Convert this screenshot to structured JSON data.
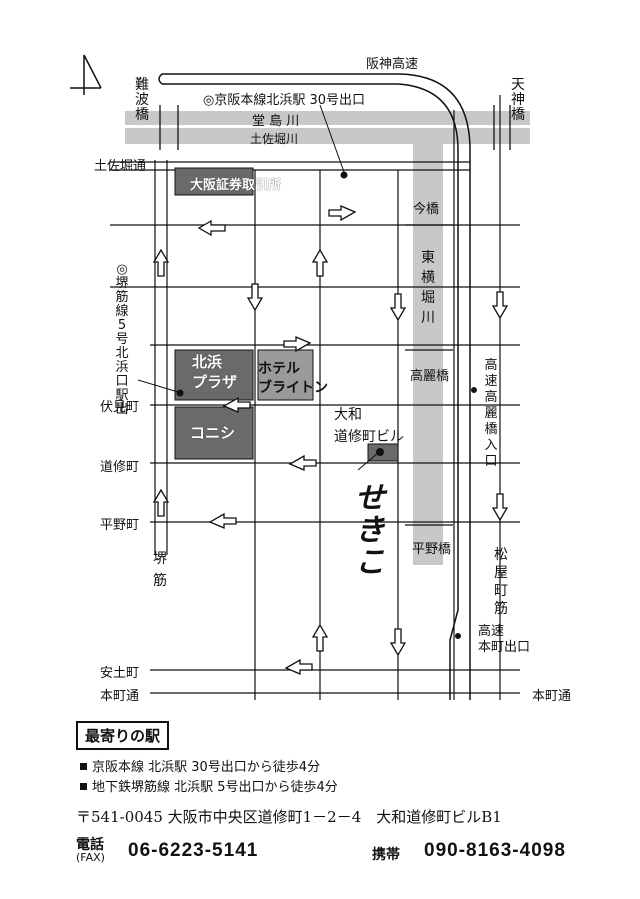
{
  "map": {
    "highway_label": "阪神高速",
    "rivers": {
      "dojima": "堂 島 川",
      "tosabori": "土佐堀川",
      "higashi_yokobori": "東\n横\n堀\n川"
    },
    "bridges": {
      "naniwa": "難\n波\n橋",
      "tenjin": "天\n神\n橋",
      "imabashi": "今橋",
      "koraibashi": "高麗橋",
      "hiranobashi": "平野橋"
    },
    "stations": {
      "keihan": "◎京阪本線北浜駅 30号出口",
      "sakaisuji": "◎\n堺\n筋\n線\n5\n号\n北\n浜\n口\n駅\n出",
      "highway_entrance": "高\n速\n高\n麗\n橋\n入\n口",
      "highway_exit": "高速\n本町出口"
    },
    "streets": {
      "tosabori_dori": "土佐堀通",
      "fushimi": "伏見町",
      "doshu": "道修町",
      "hirano": "平野町",
      "azuchi": "安土町",
      "honmachi_left": "本町通",
      "honmachi_right": "本町通",
      "sakaisuji": "堺\n筋",
      "matsuyamachi": "松\n屋\n町\n筋"
    },
    "buildings": {
      "exchange": "大阪証券取引所",
      "plaza": "北浜\nプラザ",
      "konishi": "コニシ",
      "hotel": "ホテル\nブライトン",
      "yamato": "大和\n道修町ビル"
    },
    "shop_logo": "せきこ"
  },
  "nearest": {
    "title": "最寄りの駅",
    "routes": [
      "京阪本線 北浜駅 30号出口から徒歩4分",
      "地下鉄堺筋線 北浜駅 5号出口から徒歩4分"
    ]
  },
  "contact": {
    "address": "〒541-0045 大阪市中央区道修町1－2－4　大和道修町ビルB1",
    "phone_label": "電話",
    "fax_label": "(FAX)",
    "phone": "06-6223-5141",
    "mobile_label": "携帯",
    "mobile": "090-8163-4098"
  }
}
